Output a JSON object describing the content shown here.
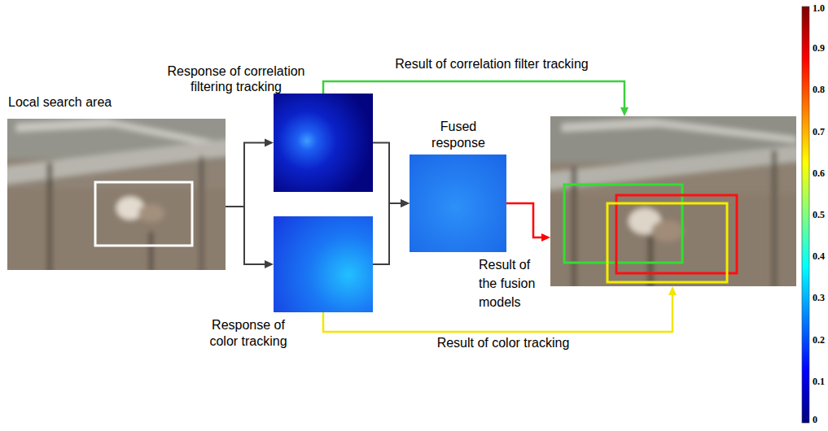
{
  "diagram": {
    "nodes": [
      {
        "text": [
          "Local search area"
        ]
      },
      {
        "text": [
          "Response of correlation filtering tracking"
        ]
      },
      {
        "text": [
          "Response of color tracking"
        ]
      },
      {
        "text": [
          "Fused response"
        ]
      },
      {
        "text": []
      }
    ],
    "edges": [
      {
        "from": 0,
        "to": 1,
        "arrow": "to"
      },
      {
        "from": 0,
        "to": 2,
        "arrow": "to"
      },
      {
        "from": 1,
        "to": 3,
        "arrow": "to"
      },
      {
        "from": 2,
        "to": 3,
        "arrow": "to"
      },
      {
        "from": 3,
        "to": 4,
        "label": "Result of the fusion models",
        "arrow": "to"
      },
      {
        "from": 1,
        "to": 4,
        "label": "Result of correlation filter tracking",
        "arrow": "to"
      },
      {
        "from": 2,
        "to": 4,
        "label": "Result of color tracking",
        "arrow": "to"
      }
    ],
    "labels": [
      "1.0",
      "0.9",
      "0.8",
      "0.7",
      "0.6",
      "0.5",
      "0.4",
      "0.3",
      "0.2",
      "0.1",
      "0"
    ]
  }
}
